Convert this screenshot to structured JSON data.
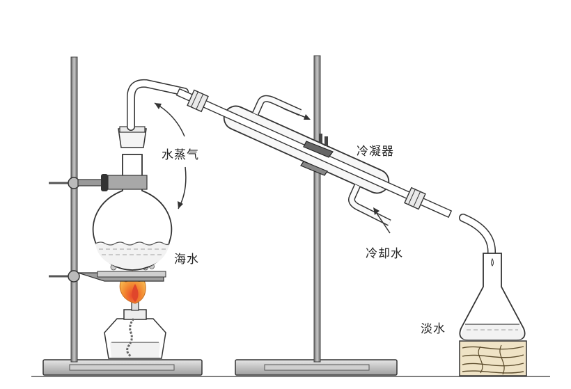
{
  "labels": {
    "steam": "水蒸气",
    "condenser": "冷凝器",
    "seawater": "海水",
    "cooling_water": "冷却水",
    "fresh_water": "淡水"
  },
  "colors": {
    "outline": "#333333",
    "glass": "#ffffff",
    "plate": "#d9d9d9",
    "rod": "#9a9a9a",
    "flame_outer": "#f6b33a",
    "flame_inner": "#e0452b",
    "liquid": "#f2f2f2",
    "wood": "#e9d9b5"
  }
}
